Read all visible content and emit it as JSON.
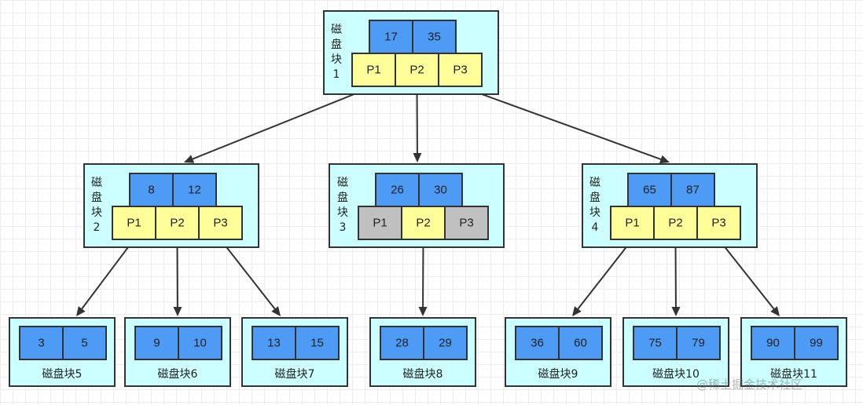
{
  "colors": {
    "block_fill": "#ccffff",
    "key_fill": "#4d9bf5",
    "pointer_fill": "#ffff99",
    "pointer_null_fill": "#c0c0c0",
    "stroke": "#333333"
  },
  "root": {
    "label_chars": [
      "磁",
      "盘",
      "块",
      "1"
    ],
    "keys": [
      "17",
      "35"
    ],
    "pointers": [
      {
        "label": "P1",
        "active": true
      },
      {
        "label": "P2",
        "active": true
      },
      {
        "label": "P3",
        "active": true
      }
    ]
  },
  "internal": [
    {
      "label_chars": [
        "磁",
        "盘",
        "块",
        "2"
      ],
      "keys": [
        "8",
        "12"
      ],
      "pointers": [
        {
          "label": "P1",
          "active": true
        },
        {
          "label": "P2",
          "active": true
        },
        {
          "label": "P3",
          "active": true
        }
      ]
    },
    {
      "label_chars": [
        "磁",
        "盘",
        "块",
        "3"
      ],
      "keys": [
        "26",
        "30"
      ],
      "pointers": [
        {
          "label": "P1",
          "active": false
        },
        {
          "label": "P2",
          "active": true
        },
        {
          "label": "P3",
          "active": false
        }
      ]
    },
    {
      "label_chars": [
        "磁",
        "盘",
        "块",
        "4"
      ],
      "keys": [
        "65",
        "87"
      ],
      "pointers": [
        {
          "label": "P1",
          "active": true
        },
        {
          "label": "P2",
          "active": true
        },
        {
          "label": "P3",
          "active": true
        }
      ]
    }
  ],
  "leaves": [
    {
      "label": "磁盘块5",
      "keys": [
        "3",
        "5"
      ]
    },
    {
      "label": "磁盘块6",
      "keys": [
        "9",
        "10"
      ]
    },
    {
      "label": "磁盘块7",
      "keys": [
        "13",
        "15"
      ]
    },
    {
      "label": "磁盘块8",
      "keys": [
        "28",
        "29"
      ]
    },
    {
      "label": "磁盘块9",
      "keys": [
        "36",
        "60"
      ]
    },
    {
      "label": "磁盘块10",
      "keys": [
        "75",
        "79"
      ]
    },
    {
      "label": "磁盘块11",
      "keys": [
        "90",
        "99"
      ]
    }
  ],
  "watermark": "@稀土掘金技术社区"
}
